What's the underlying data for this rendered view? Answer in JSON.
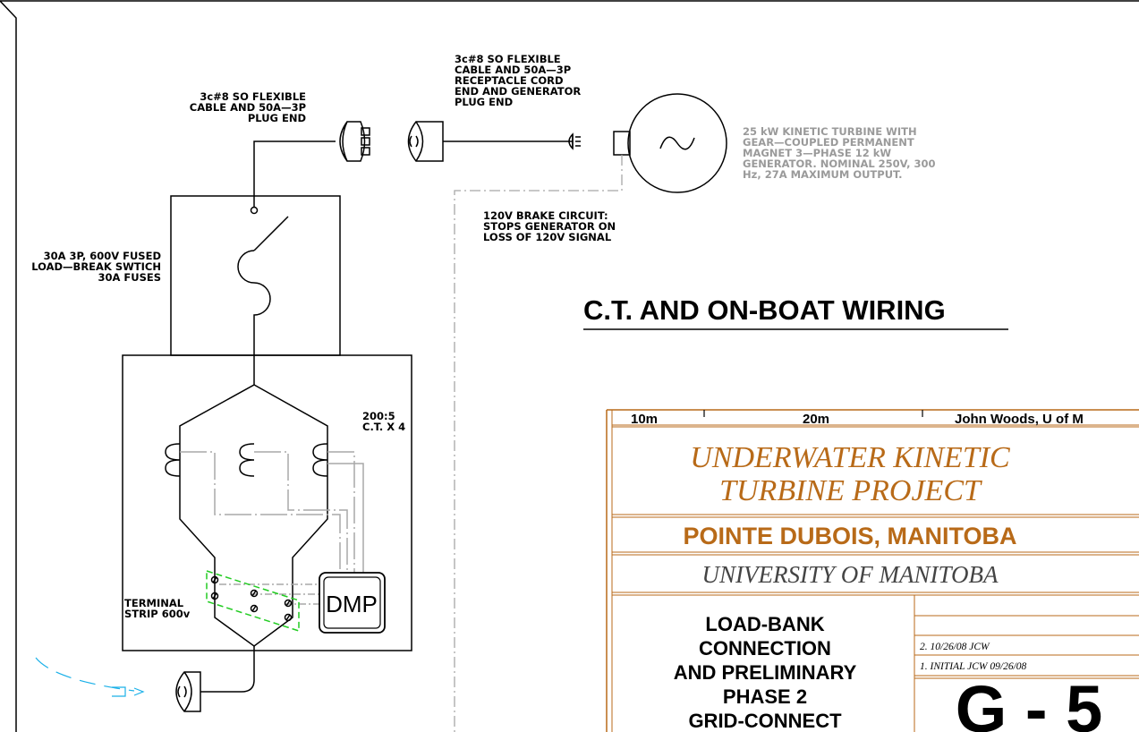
{
  "labels": {
    "plug_cable_line1": "3c#8 SO FLEXIBLE",
    "plug_cable_line2": "CABLE AND 50A—3P",
    "plug_cable_line3": "PLUG END",
    "recept_line1": "3c#8 SO FLEXIBLE",
    "recept_line2": "CABLE AND 50A—3P",
    "recept_line3": "RECEPTACLE CORD",
    "recept_line4": "END AND  GENERATOR",
    "recept_line5": "PLUG END",
    "turbine_line1": "25 kW KINETIC TURBINE WITH",
    "turbine_line2": "GEAR—COUPLED PERMANENT",
    "turbine_line3": "MAGNET 3—PHASE 12 kW",
    "turbine_line4": "GENERATOR.  NOMINAL 250V, 300",
    "turbine_line5": "Hz,  27A MAXIMUM OUTPUT.",
    "brake_line1": "120V BRAKE CIRCUIT:",
    "brake_line2": "STOPS GENERATOR ON",
    "brake_line3": "LOSS OF 120V SIGNAL",
    "switch_line1": "30A 3P, 600V FUSED",
    "switch_line2": "LOAD—BREAK SWTICH",
    "switch_line3": "30A FUSES",
    "ct_line1": "200:5",
    "ct_line2": "C.T.  X 4",
    "terminal_line1": "TERMINAL",
    "terminal_line2": "STRIP 600v",
    "dmp": "DMP"
  },
  "drawing_title": "C.T. AND ON-BOAT WIRING",
  "title_block": {
    "scale_a": "10m",
    "scale_b": "20m",
    "author": "John  Woods,  U  of  M",
    "project_line1": "UNDERWATER KINETIC",
    "project_line2": "TURBINE PROJECT",
    "location": "POINTE DUBOIS, MANITOBA",
    "university": "UNIVERSITY OF MANITOBA",
    "desc_line1": "LOAD-BANK",
    "desc_line2": "CONNECTION",
    "desc_line3": "AND PRELIMINARY",
    "desc_line4": "PHASE 2",
    "desc_line5": "GRID-CONNECT",
    "rev_2": "2. 10/26/08 JCW",
    "rev_1": "1. INITIAL JCW 09/26/08",
    "sheet": "G - 5"
  },
  "colors": {
    "title_block_accent": "#b86a18",
    "terminal_strip": "#22cc22",
    "incoming_line": "#1ab0e8",
    "secondary_wiring": "#a8a8a8"
  }
}
